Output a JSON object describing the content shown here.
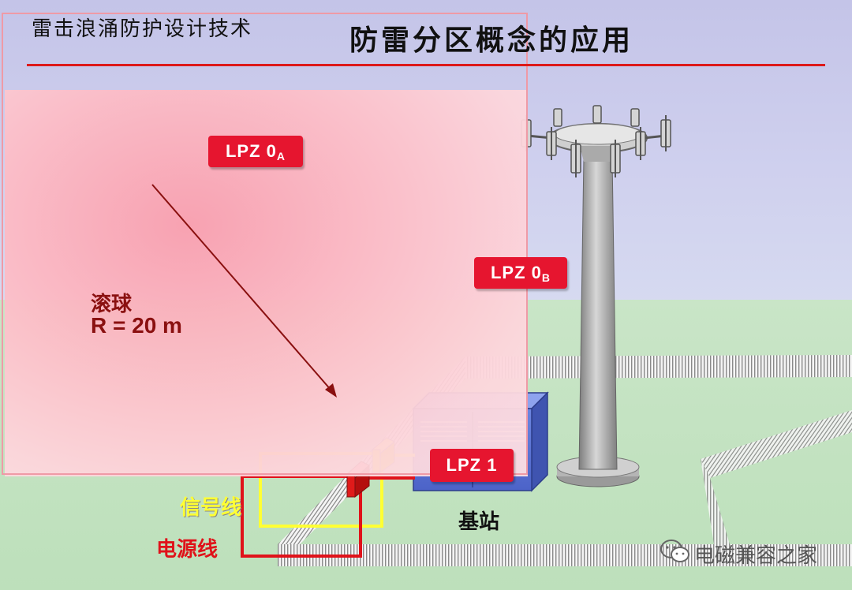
{
  "header": {
    "doc_title": "雷击浪涌防护设计技术",
    "main_title": "防雷分区概念的应用"
  },
  "zones": {
    "lpz0a": {
      "main": "LPZ 0",
      "sub": "A"
    },
    "lpz0b": {
      "main": "LPZ 0",
      "sub": "B"
    },
    "lpz1": {
      "main": "LPZ 1"
    }
  },
  "rolling_sphere": {
    "label": "滚球",
    "radius": "R = 20 m"
  },
  "lines": {
    "signal": "信号线",
    "power": "电源线"
  },
  "station": {
    "label": "基站"
  },
  "watermark": {
    "text": "电磁兼容之家",
    "icon": "wechat-icon"
  },
  "colors": {
    "zone_label": "#e6152f",
    "title_rule": "#dd1a1a",
    "signal_line": "#ffff33",
    "power_line": "#e0121a",
    "cabinet": "#5a74d6",
    "tower": "#a8a8a8"
  }
}
